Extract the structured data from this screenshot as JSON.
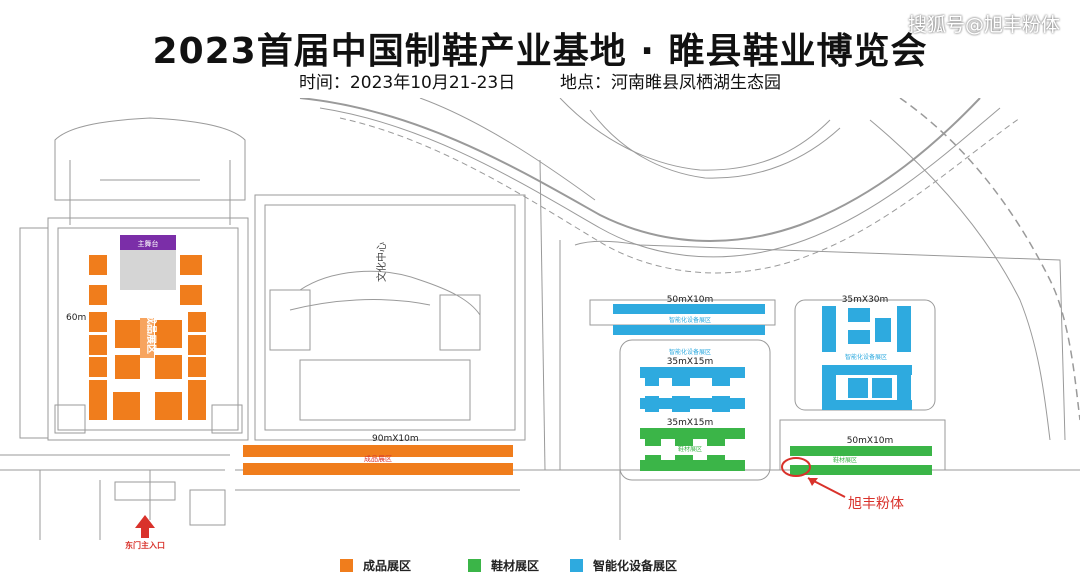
{
  "header": {
    "title": "2023首届中国制鞋产业基地 · 睢县鞋业博览会",
    "time_label": "时间：2023年10月21-23日",
    "place_label": "地点：河南睢县凤栖湖生态园"
  },
  "watermark": "搜狐号@旭丰粉体",
  "map": {
    "dimensions": {
      "hall_left_height": "60m",
      "strip_bottom": "90mX10m",
      "strip_top_right": "50mX10m",
      "block_right": "35mX30m",
      "block_mid_top": "35mX15m",
      "block_mid_bottom": "35mX15m",
      "strip_bottom_right": "50mX10m"
    },
    "zone_labels": {
      "finished_hall": "成品展区",
      "finished_strip": "成品展区",
      "smart_mid_top": "智能化设备展区",
      "smart_right": "智能化设备展区",
      "material_mid": "鞋材展区",
      "material_right": "鞋材展区"
    },
    "stage": "主舞台",
    "center_label": "文化中心",
    "entrance": "东门主入口",
    "annotation": "旭丰粉体"
  },
  "legend": [
    {
      "label": "成品展区",
      "color": "#f07d1c"
    },
    {
      "label": "鞋材展区",
      "color": "#3bb548"
    },
    {
      "label": "智能化设备展区",
      "color": "#2eaadf"
    }
  ],
  "colors": {
    "finished": "#f07d1c",
    "material": "#3bb548",
    "smart": "#2eaadf",
    "stage": "#7b2ea8",
    "annotation": "#d9322b"
  }
}
